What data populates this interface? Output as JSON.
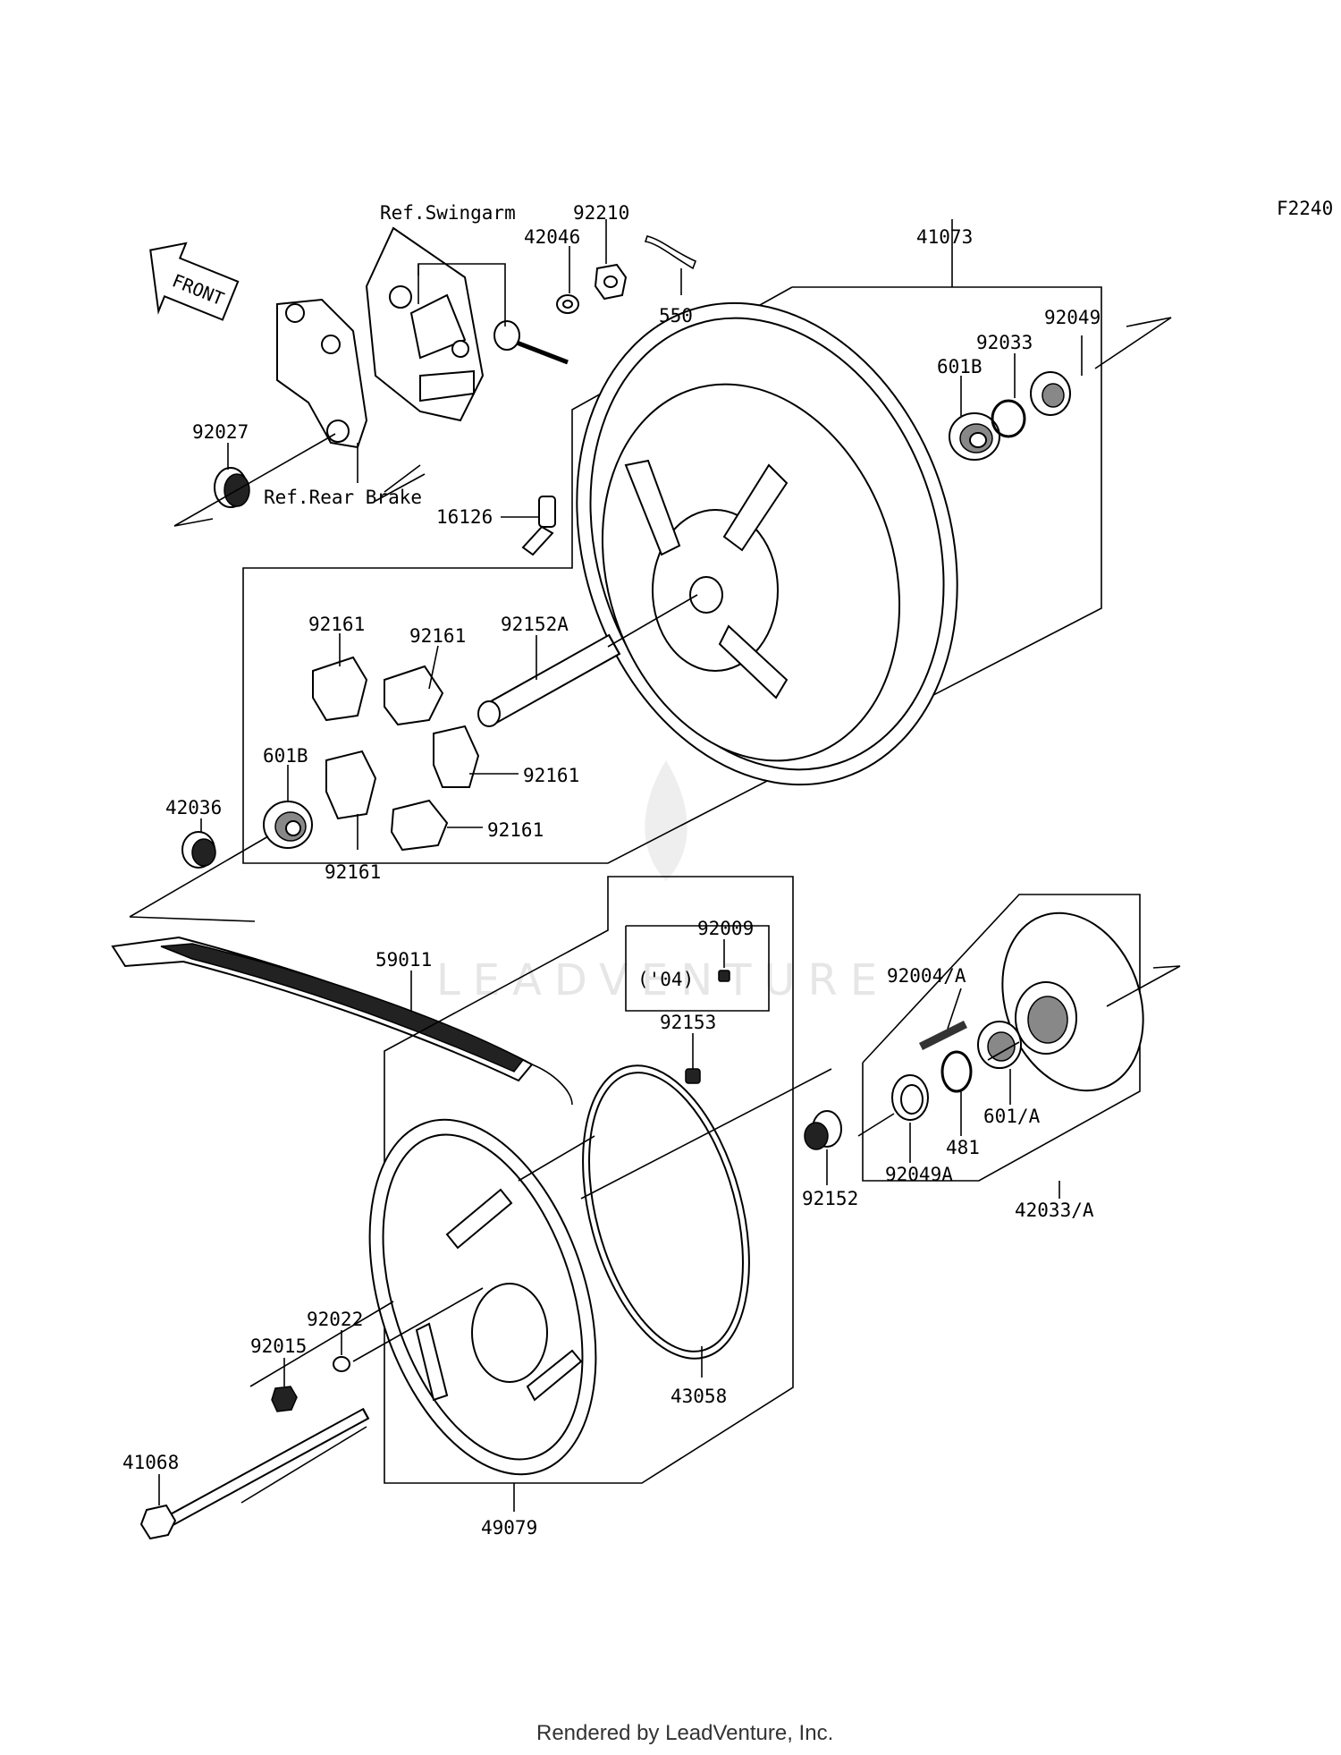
{
  "figure_code": "F2240",
  "front_label": "FRONT",
  "watermark": "LEADVENTURE",
  "footer": "Rendered by LeadVenture, Inc.",
  "labels": {
    "ref_swingarm": "Ref.Swingarm",
    "ref_rear_brake": "Ref.Rear Brake",
    "p92210": "92210",
    "p42046": "42046",
    "p550": "550",
    "p41073": "41073",
    "p92049": "92049",
    "p92033": "92033",
    "p601b_top": "601B",
    "p92027": "92027",
    "p16126": "16126",
    "p92161_a": "92161",
    "p92161_b": "92161",
    "p92152a": "92152A",
    "p601b_left": "601B",
    "p92161_c": "92161",
    "p42036": "42036",
    "p92161_d": "92161",
    "p92161_e": "92161",
    "p92009": "92009",
    "p04": "('04)",
    "p59011": "59011",
    "p92004a": "92004/A",
    "p92153": "92153",
    "p601a": "601/A",
    "p481": "481",
    "p92049a": "92049A",
    "p92152": "92152",
    "p42033a": "42033/A",
    "p92022": "92022",
    "p92015": "92015",
    "p43058": "43058",
    "p41068": "41068",
    "p49079": "49079"
  }
}
